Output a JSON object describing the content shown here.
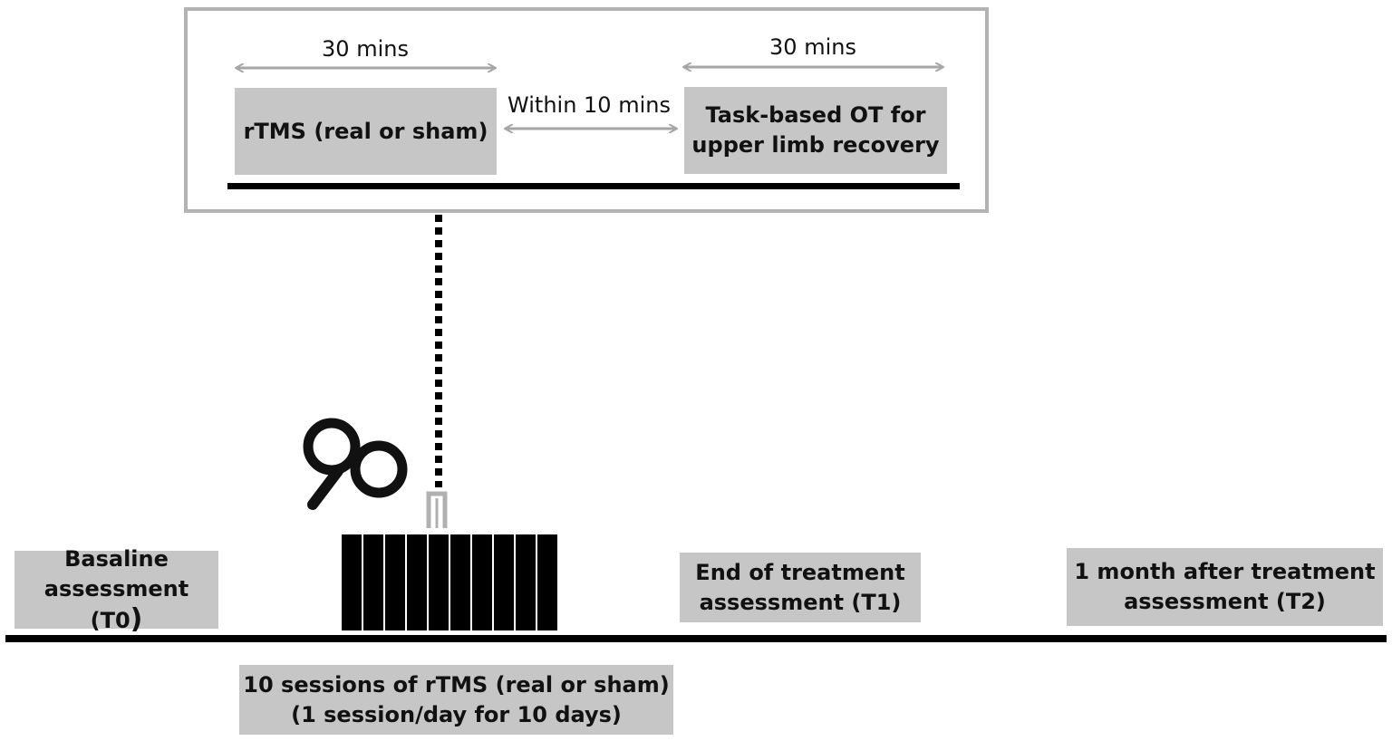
{
  "session_detail": {
    "rtms_duration": "30 mins",
    "ot_duration": "30 mins",
    "gap_label": "Within 10 mins",
    "rtms_box": "rTMS (real or sham)",
    "ot_box_line1": "Task-based OT for",
    "ot_box_line2": "upper limb recovery"
  },
  "timeline": {
    "t0_line1": "Basaline",
    "t0_line2": "assessment (T0",
    "t0_paren": ")",
    "t1_line1": "End of treatment",
    "t1_line2": "assessment (T1)",
    "t2_line1": "1 month after treatment",
    "t2_line2": "assessment (T2)",
    "sessions_line1": "10 sessions of rTMS (real or sham)",
    "sessions_line2": "(1 session/day for 10 days)",
    "session_count": 10
  },
  "icons": [
    "figure-eight-coil-icon"
  ],
  "colors": {
    "box_fill": "#c6c6c6",
    "arrow": "#a6a6a6",
    "frame": "#b3b3b3",
    "line": "#000000"
  }
}
